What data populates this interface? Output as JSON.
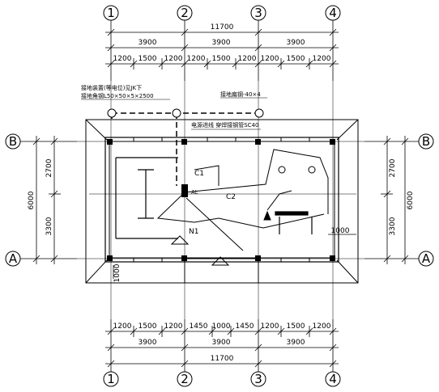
{
  "axes": {
    "top": [
      "1",
      "2",
      "3",
      "4"
    ],
    "bottom": [
      "1",
      "2",
      "3",
      "4"
    ],
    "left": [
      "B",
      "A"
    ],
    "right": [
      "B",
      "A"
    ]
  },
  "dims": {
    "top_total": "11700",
    "top_bays": [
      "3900",
      "3900",
      "3900"
    ],
    "top_sub": [
      "1200",
      "1500",
      "1200",
      "1200",
      "1500",
      "1200",
      "1200",
      "1500",
      "1200"
    ],
    "bottom_sub": [
      "1200",
      "1500",
      "1200",
      "1450",
      "1000",
      "1450",
      "1200",
      "1500",
      "1200"
    ],
    "bottom_bays": [
      "3900",
      "3900",
      "3900"
    ],
    "bottom_total": "11700",
    "left_total": "6000",
    "left_parts": [
      "2700",
      "3300"
    ],
    "right_total": "6000",
    "right_parts": [
      "2700",
      "3300"
    ],
    "right_offset": "1000",
    "left_offset": "1000"
  },
  "notes": {
    "note1_line1": "接地装置(等电位)见JK下",
    "note1_line2": "接地角钢L50×50×5×2500",
    "note2": "接地扁钢-40×4",
    "cable": "电源进线  穿焊接钢管SC40",
    "label_C1": "C1",
    "label_C2": "C2",
    "label_N1": "N1",
    "label_AL": "AL"
  }
}
